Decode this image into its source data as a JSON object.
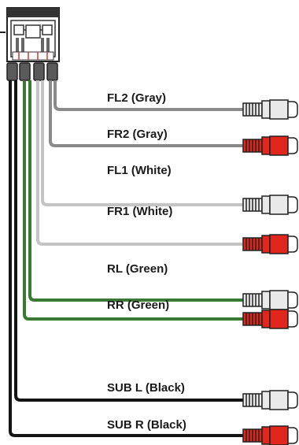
{
  "colors": {
    "gray_wire": "#8a8a8a",
    "white_wire": "#c4c4c4",
    "green_wire": "#3b7a35",
    "black_wire": "#141414",
    "plug_white": "#e9e9e9",
    "plug_red": "#e0261d",
    "outline": "#222222"
  },
  "labels": {
    "fl2": "FL2 (Gray)",
    "fr2": "FR2 (Gray)",
    "fl1": "FL1 (White)",
    "fr1": "FR1 (White)",
    "rl": "RL (Green)",
    "rr": "RR (Green)",
    "subl": "SUB L (Black)",
    "subr": "SUB R (Black)"
  },
  "wires": [
    {
      "key": "fl2",
      "label_key": "fl2",
      "wire_color": "gray",
      "plug": "white"
    },
    {
      "key": "fr2",
      "label_key": "fr2",
      "wire_color": "gray",
      "plug": "red"
    },
    {
      "key": "fl1",
      "label_key": "fl1",
      "wire_color": "white",
      "plug": "white"
    },
    {
      "key": "fr1",
      "label_key": "fr1",
      "wire_color": "white",
      "plug": "red"
    },
    {
      "key": "rl",
      "label_key": "rl",
      "wire_color": "green",
      "plug": "white"
    },
    {
      "key": "rr",
      "label_key": "rr",
      "wire_color": "green",
      "plug": "red"
    },
    {
      "key": "subl",
      "label_key": "subl",
      "wire_color": "black",
      "plug": "white"
    },
    {
      "key": "subr",
      "label_key": "subr",
      "wire_color": "black",
      "plug": "red"
    }
  ]
}
